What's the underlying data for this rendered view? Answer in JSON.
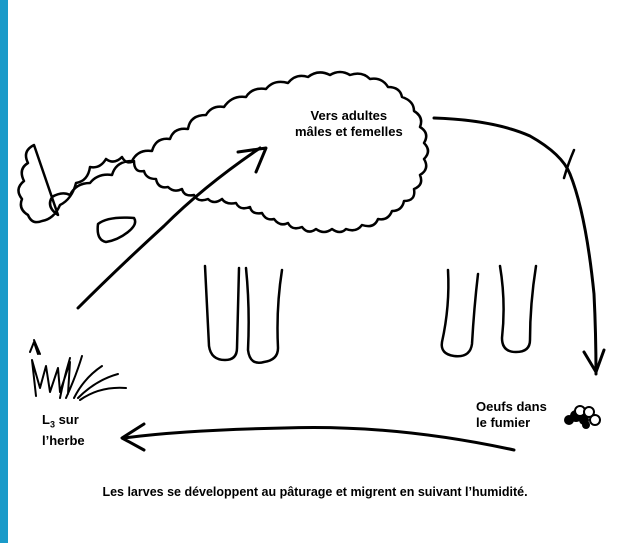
{
  "labels": {
    "adult_worms_line1": "Vers adultes",
    "adult_worms_line2": "mâles et femelles",
    "eggs_line1": "Oeufs dans",
    "eggs_line2": "le fumier",
    "larvae_main": "L",
    "larvae_sub": "3",
    "larvae_rest": " sur",
    "larvae_line2": "l’herbe"
  },
  "caption": "Les larves se développent au pâturage et migrent en suivant l’humidité.",
  "colors": {
    "accent_bar": "#1a9ac9",
    "ink": "#000000"
  }
}
